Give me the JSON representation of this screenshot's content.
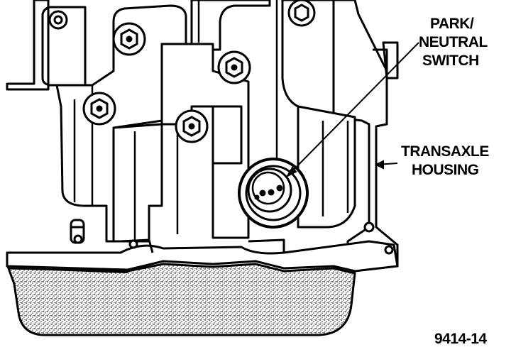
{
  "labels": {
    "park_neutral_switch": [
      "PARK/",
      "NEUTRAL",
      "SWITCH"
    ],
    "transaxle_housing": [
      "TRANSAXLE",
      "HOUSING"
    ]
  },
  "figure_number": "9414-14",
  "colors": {
    "ink": "#000000",
    "paper": "#ffffff",
    "oil_pan_stipple": "#6d6d6d"
  }
}
